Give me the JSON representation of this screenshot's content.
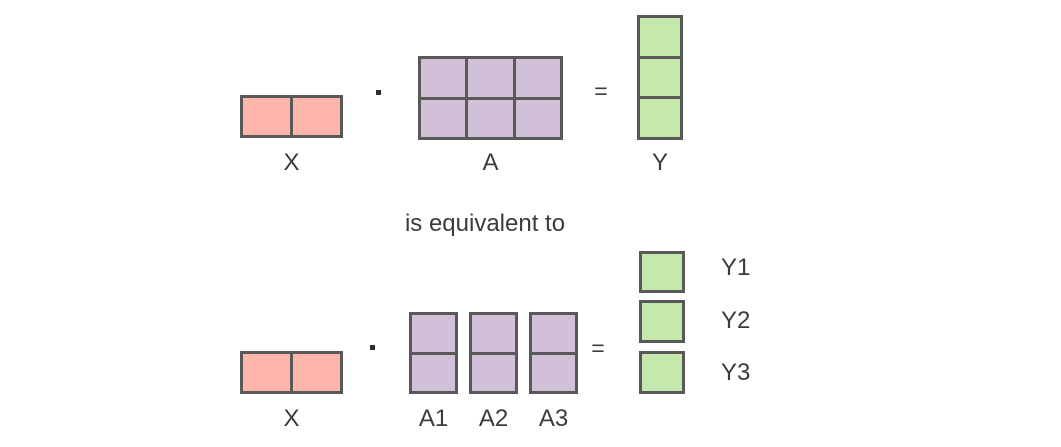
{
  "diagram": {
    "equivalence_text": "is equivalent to",
    "operators": {
      "multiply": "·",
      "equals": "="
    },
    "colors": {
      "x_fill": "#FFB6AA",
      "a_fill": "#D2BFD8",
      "y_fill": "#C5E8AC",
      "border": "#595959",
      "text": "#3C3C3C",
      "background": "#FFFFFF"
    },
    "top_equation": {
      "x": {
        "label": "X",
        "rows": 1,
        "cols": 2
      },
      "a": {
        "label": "A",
        "rows": 2,
        "cols": 3
      },
      "y": {
        "label": "Y",
        "rows": 3,
        "cols": 1
      }
    },
    "bottom_equation": {
      "x": {
        "label": "X",
        "rows": 1,
        "cols": 2
      },
      "a_columns": [
        {
          "label": "A1",
          "rows": 2,
          "cols": 1
        },
        {
          "label": "A2",
          "rows": 2,
          "cols": 1
        },
        {
          "label": "A3",
          "rows": 2,
          "cols": 1
        }
      ],
      "y_cells": [
        {
          "label": "Y1",
          "rows": 1,
          "cols": 1
        },
        {
          "label": "Y2",
          "rows": 1,
          "cols": 1
        },
        {
          "label": "Y3",
          "rows": 1,
          "cols": 1
        }
      ]
    }
  }
}
